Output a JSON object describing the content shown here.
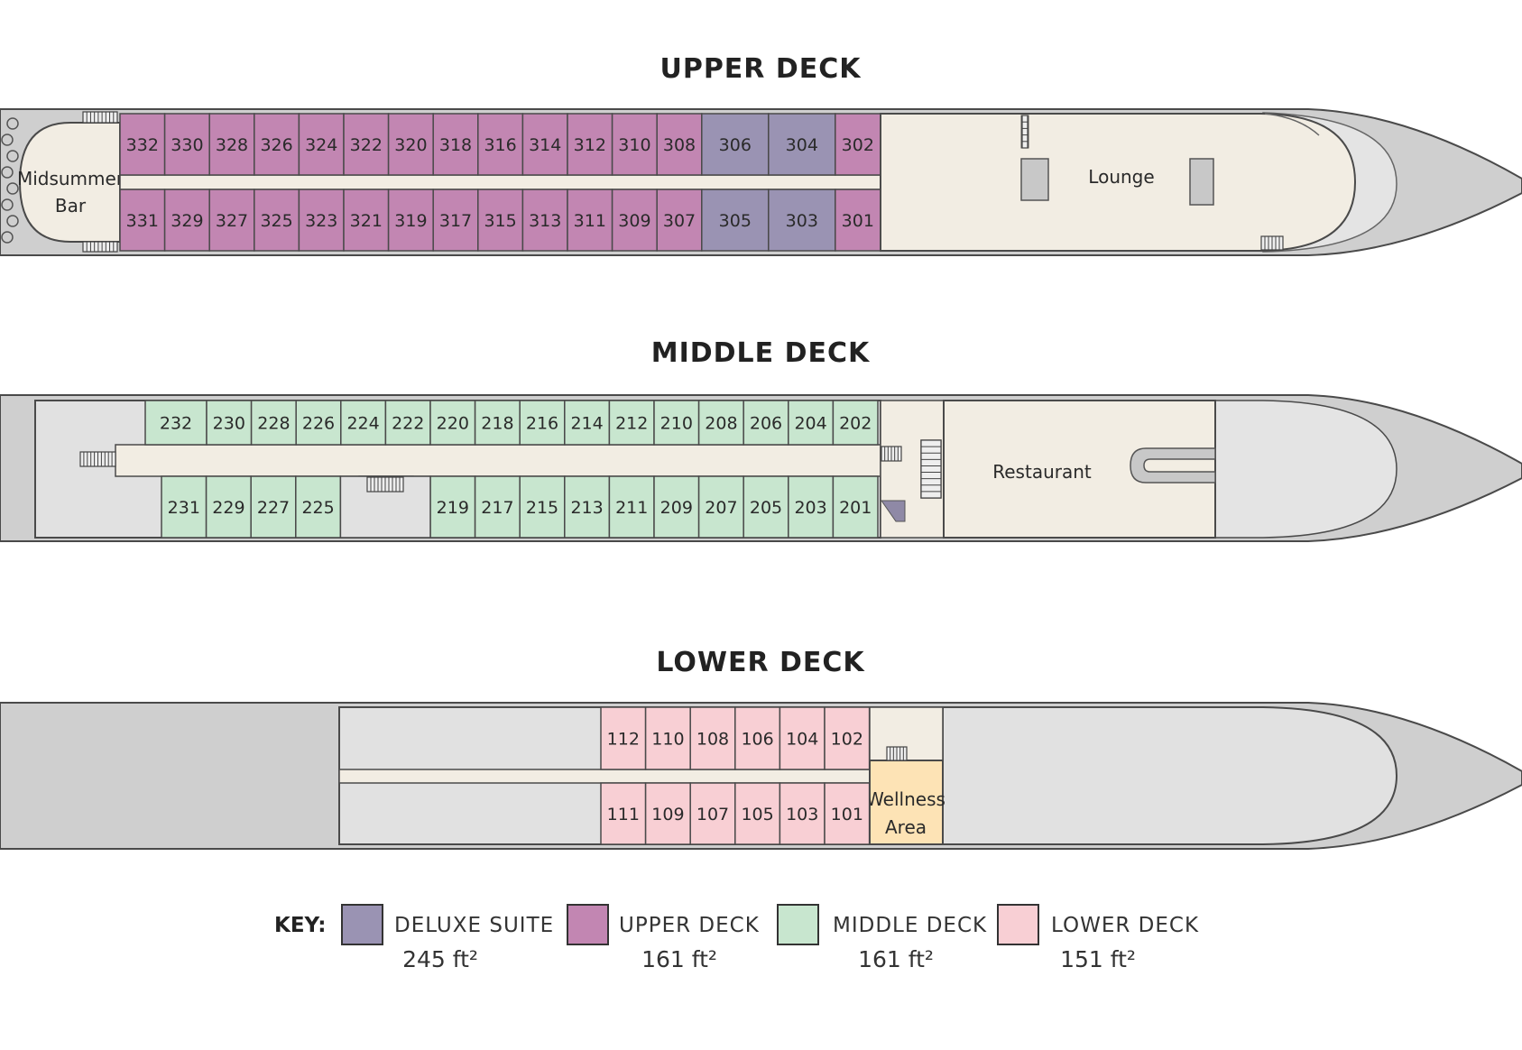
{
  "colors": {
    "deluxe": "#9a93b3",
    "upper": "#c286b2",
    "middle": "#c8e6cf",
    "lower": "#f8cfd4",
    "wellness": "#fde3b5",
    "hull": "#cfcfcf",
    "deck_floor": "#e1e1e1",
    "public_space": "#f2ede3",
    "outline": "#4a4a4a"
  },
  "decks": {
    "upper": {
      "title": "UPPER DECK",
      "top_row": [
        "332",
        "330",
        "328",
        "326",
        "324",
        "322",
        "320",
        "318",
        "316",
        "314",
        "312",
        "310",
        "308",
        "306",
        "304",
        "302"
      ],
      "bottom_row": [
        "331",
        "329",
        "327",
        "325",
        "323",
        "321",
        "319",
        "317",
        "315",
        "313",
        "311",
        "309",
        "307",
        "305",
        "303",
        "301"
      ],
      "deluxe": [
        "306",
        "304",
        "305",
        "303"
      ],
      "bar_line1": "Midsummer",
      "bar_line2": "Bar",
      "lounge": "Lounge"
    },
    "middle": {
      "title": "MIDDLE DECK",
      "top_row": [
        "232",
        "230",
        "228",
        "226",
        "224",
        "222",
        "220",
        "218",
        "216",
        "214",
        "212",
        "210",
        "208",
        "206",
        "204",
        "202"
      ],
      "bottom_left": [
        "231",
        "229",
        "227",
        "225"
      ],
      "bottom_right": [
        "219",
        "217",
        "215",
        "213",
        "211",
        "209",
        "207",
        "205",
        "203",
        "201"
      ],
      "restaurant": "Restaurant"
    },
    "lower": {
      "title": "LOWER DECK",
      "top_row": [
        "112",
        "110",
        "108",
        "106",
        "104",
        "102"
      ],
      "bottom_row": [
        "111",
        "109",
        "107",
        "105",
        "103",
        "101"
      ],
      "wellness_line1": "Wellness",
      "wellness_line2": "Area"
    }
  },
  "key": {
    "title": "KEY:",
    "items": [
      {
        "name": "DELUXE SUITE",
        "size": "245 ft²",
        "color": "#9a93b3"
      },
      {
        "name": "UPPER DECK",
        "size": "161 ft²",
        "color": "#c286b2"
      },
      {
        "name": "MIDDLE DECK",
        "size": "161 ft²",
        "color": "#c8e6cf"
      },
      {
        "name": "LOWER DECK",
        "size": "151 ft²",
        "color": "#f8cfd4"
      }
    ]
  }
}
